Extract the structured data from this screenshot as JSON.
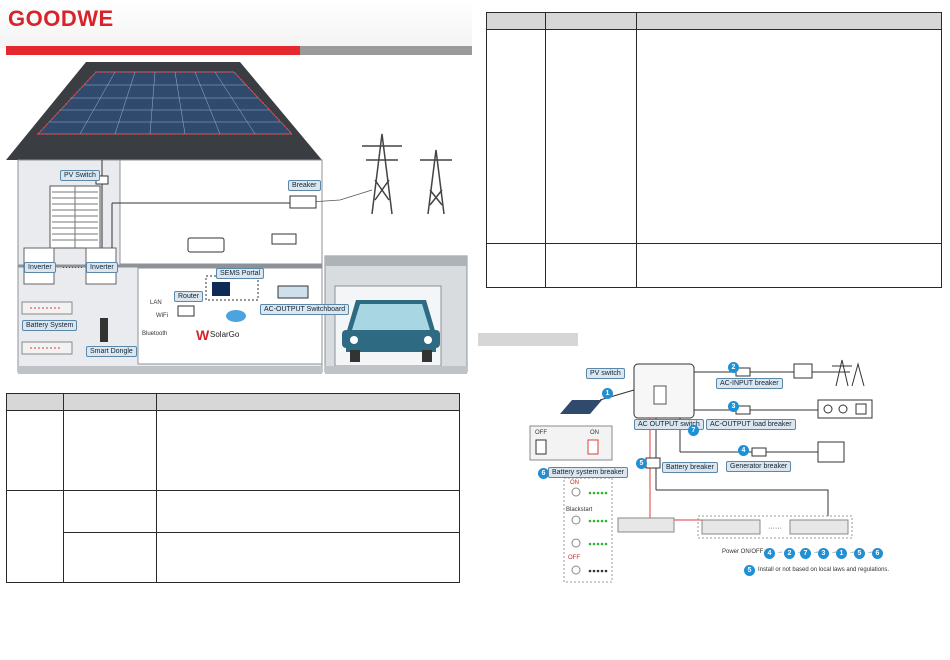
{
  "brand": {
    "logo_text": "GOODWE",
    "accent": "#e5282d"
  },
  "house_diagram": {
    "pv_switch": "PV Switch",
    "breaker": "Breaker",
    "inverter_left": "Inverter",
    "inverter_right": "Inverter",
    "battery_system": "Battery System",
    "sems_portal": "SEMS Portal",
    "router": "Router",
    "lan": "LAN",
    "wifi": "WiFi",
    "bluetooth": "Bluetooth",
    "solargo": "SolarGo",
    "smart_dongle": "Smart Dongle",
    "ac_output_switchboard": "AC-OUTPUT Switchboard"
  },
  "wiring_section_title": "",
  "wiring_diagram": {
    "pv_switch": "PV switch",
    "ac_input_breaker": "AC-INPUT breaker",
    "ac_output_load_breaker": "AC-OUTPUT load breaker",
    "ac_output_switch": "AC OUTPUT switch",
    "generator_breaker": "Generator breaker",
    "battery_breaker": "Battery breaker",
    "battery_system_breaker": "Battery system breaker",
    "switch_off": "OFF",
    "switch_on": "ON",
    "state_on": "ON",
    "state_blackstart": "Blackstart",
    "state_off": "OFF",
    "power_sequence_label": "Power ON/OFF:",
    "power_sequence": [
      "4",
      "2",
      "7",
      "3",
      "1",
      "5",
      "6"
    ],
    "note_number": "5",
    "note_text": "Install or not based on local laws and regulations.",
    "markers": {
      "pv": "1",
      "ac_input": "2",
      "ac_output_load": "3",
      "generator": "4",
      "battery": "5",
      "battery_system": "6",
      "ac_output_switch": "7"
    }
  },
  "colors": {
    "label_fill": "#dbe6ef",
    "number_badge": "#1f8fd6",
    "table_header": "#d7d7d7"
  }
}
